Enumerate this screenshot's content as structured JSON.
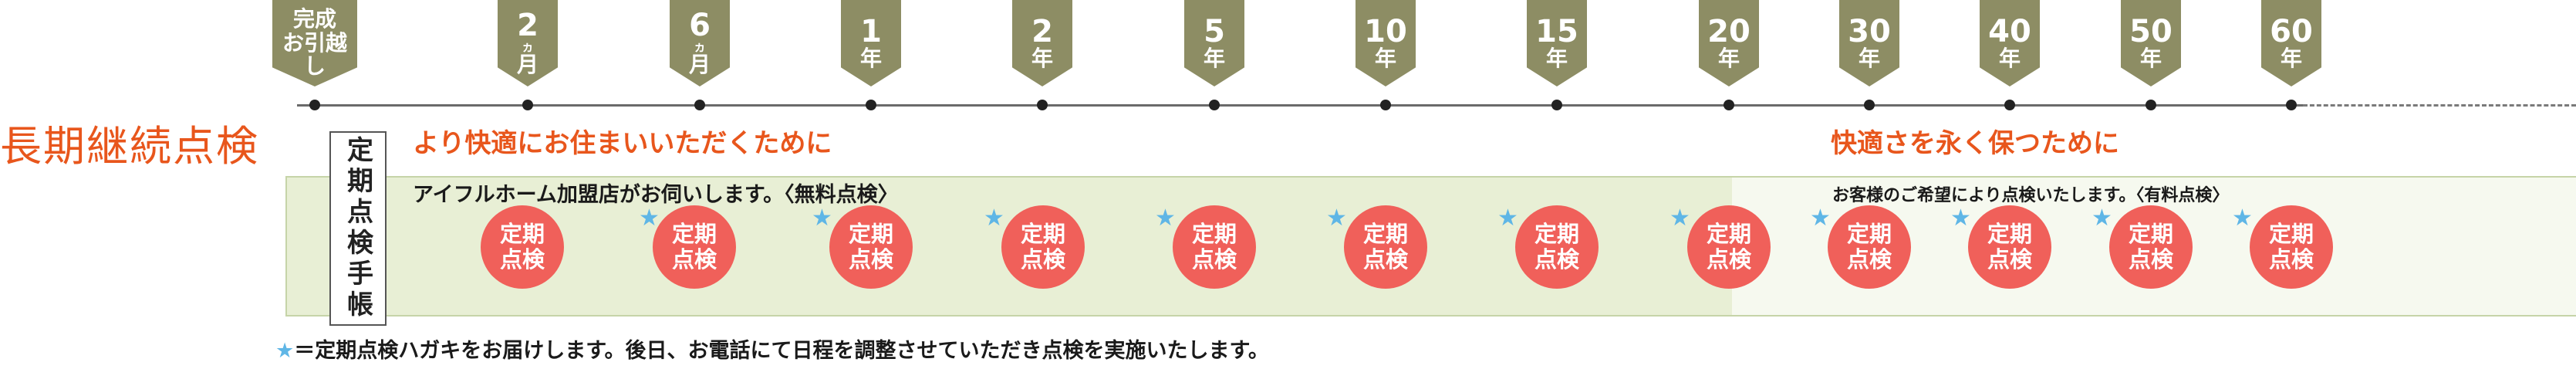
{
  "title": "長期継続点検",
  "milestones": [
    {
      "lines": [
        "完成",
        "お引越し"
      ]
    },
    {
      "num": "2",
      "sub": "ヵ",
      "unit": "月"
    },
    {
      "num": "6",
      "sub": "ヵ",
      "unit": "月"
    },
    {
      "num": "1",
      "unit": "年"
    },
    {
      "num": "2",
      "unit": "年"
    },
    {
      "num": "5",
      "unit": "年"
    },
    {
      "num": "10",
      "unit": "年"
    },
    {
      "num": "15",
      "unit": "年"
    },
    {
      "num": "20",
      "unit": "年"
    },
    {
      "num": "30",
      "unit": "年"
    },
    {
      "num": "40",
      "unit": "年"
    },
    {
      "num": "50",
      "unit": "年"
    },
    {
      "num": "60",
      "unit": "年"
    }
  ],
  "sections": {
    "left_heading": "より快適にお住まいいただくために",
    "right_heading": "快適さを永く保つために"
  },
  "booklet": "定期点検手帳",
  "free_box": {
    "note": "アイフルホーム加盟店がお伺いします。〈無料点検〉"
  },
  "paid_box": {
    "note": "お客様のご希望により点検いたします。〈有料点検〉"
  },
  "inspection": {
    "line1": "定期",
    "line2": "点検",
    "star_symbol": "★"
  },
  "footnote": {
    "star": "★",
    "text": "＝定期点検ハガキをお届けします。後日、お電話にて日程を調整させていただき点検を実施いたします。"
  },
  "colors": {
    "milestone": "#8d8d64",
    "heading": "#e8561c",
    "circle": "#f0605a",
    "star": "#5fb6e6",
    "free_bg": "#e8efd5",
    "paid_bg": "#f6f9ef"
  }
}
